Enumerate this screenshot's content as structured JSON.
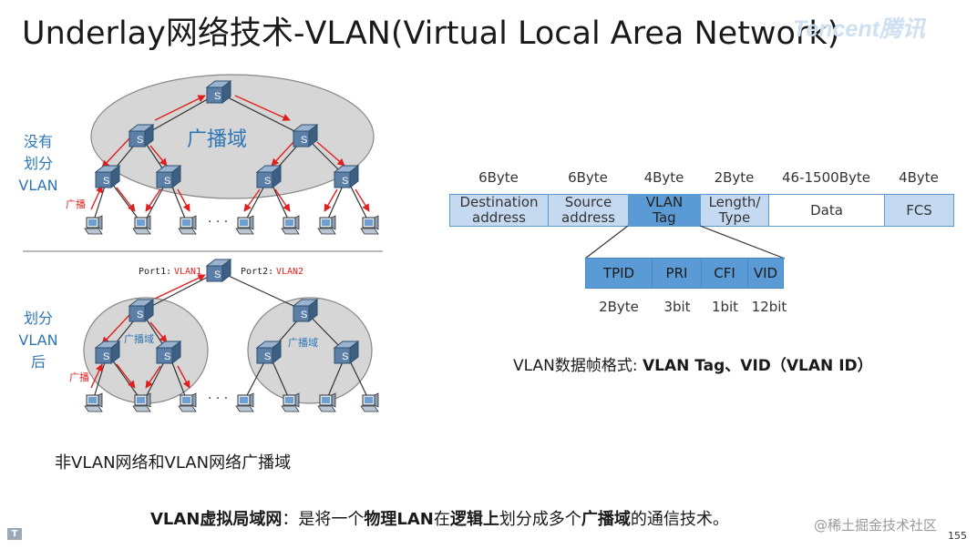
{
  "slide": {
    "title": "Underlay网络技术-VLAN(Virtual Local Area Network)",
    "logo": "Tencent腾讯",
    "page_number": "155",
    "watermark": "@稀土掘金技术社区",
    "corner_logo": "T"
  },
  "left_diagram": {
    "top_label": [
      "没有",
      "划分",
      "VLAN"
    ],
    "bottom_label": [
      "划分",
      "VLAN",
      "后"
    ],
    "broadcast_domain": "广播域",
    "broadcast_small_1": "广播域",
    "broadcast_small_2": "广播域",
    "broadcast_tag_top": "广播",
    "broadcast_tag_bottom": "广播",
    "port1": "Port1:",
    "vlan1": "VLAN1",
    "port2": "Port2:",
    "vlan2": "VLAN2",
    "ellipsis_top": "· · ·",
    "ellipsis_bottom": "· · ·",
    "switch_glyph": "S",
    "caption": "非VLAN网络和VLAN网络广播域"
  },
  "frame_format": {
    "sizes": [
      "6Byte",
      "6Byte",
      "4Byte",
      "2Byte",
      "46-1500Byte",
      "4Byte"
    ],
    "fields": [
      {
        "line1": "Destination",
        "line2": "address"
      },
      {
        "line1": "Source",
        "line2": "address"
      },
      {
        "line1": "VLAN",
        "line2": "Tag"
      },
      {
        "line1": "Length/",
        "line2": "Type"
      },
      {
        "line1": "Data",
        "line2": ""
      },
      {
        "line1": "FCS",
        "line2": ""
      }
    ],
    "tag_fields": [
      "TPID",
      "PRI",
      "CFI",
      "VID"
    ],
    "tag_sizes": [
      "2Byte",
      "3bit",
      "1bit",
      "12bit"
    ],
    "caption_prefix": "VLAN数据帧格式: ",
    "caption_bold": "VLAN Tag、VID（VLAN ID）"
  },
  "bottom": {
    "b1": "VLAN虚拟局域网",
    "t1": "：是将一个",
    "b2": "物理LAN",
    "t2": "在",
    "b3": "逻辑上",
    "t3": "划分成多个",
    "b4": "广播域",
    "t4": "的通信技术。"
  }
}
